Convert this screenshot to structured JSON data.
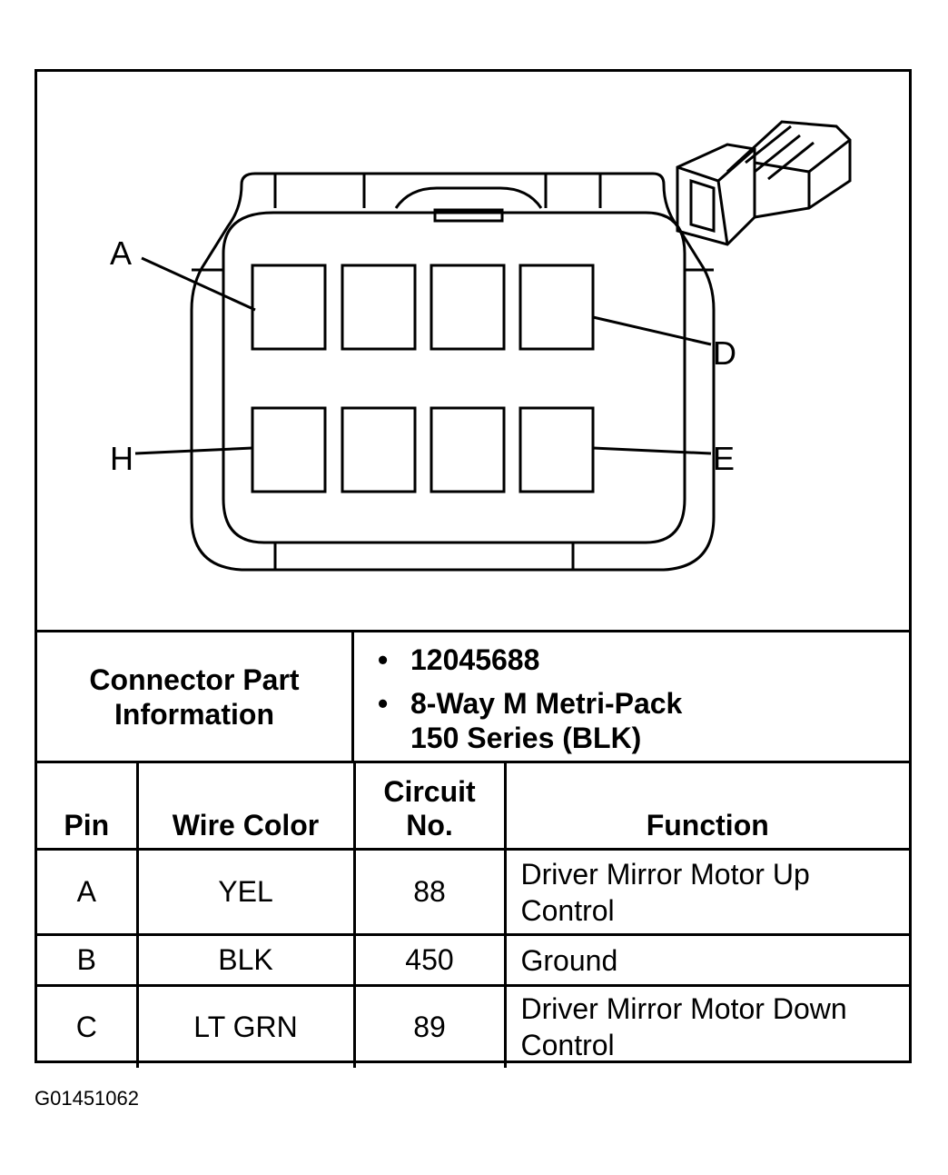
{
  "diagram": {
    "pin_labels": [
      "A",
      "D",
      "H",
      "E"
    ]
  },
  "connector_info": {
    "label": "Connector Part Information",
    "bullets": [
      "12045688",
      "8-Way M Metri-Pack",
      "150 Series (BLK)"
    ]
  },
  "table": {
    "headers": {
      "pin": "Pin",
      "wire_color": "Wire Color",
      "circuit_line1": "Circuit",
      "circuit_line2": "No.",
      "function": "Function"
    },
    "rows": [
      {
        "pin": "A",
        "wire_color": "YEL",
        "circuit": "88",
        "function_line1": "Driver Mirror Motor Up",
        "function_line2": "Control"
      },
      {
        "pin": "B",
        "wire_color": "BLK",
        "circuit": "450",
        "function_line1": "Ground",
        "function_line2": ""
      },
      {
        "pin": "C",
        "wire_color": "LT GRN",
        "circuit": "89",
        "function_line1": "Driver Mirror Motor Down",
        "function_line2": "Control"
      }
    ]
  },
  "caption": "G01451062"
}
